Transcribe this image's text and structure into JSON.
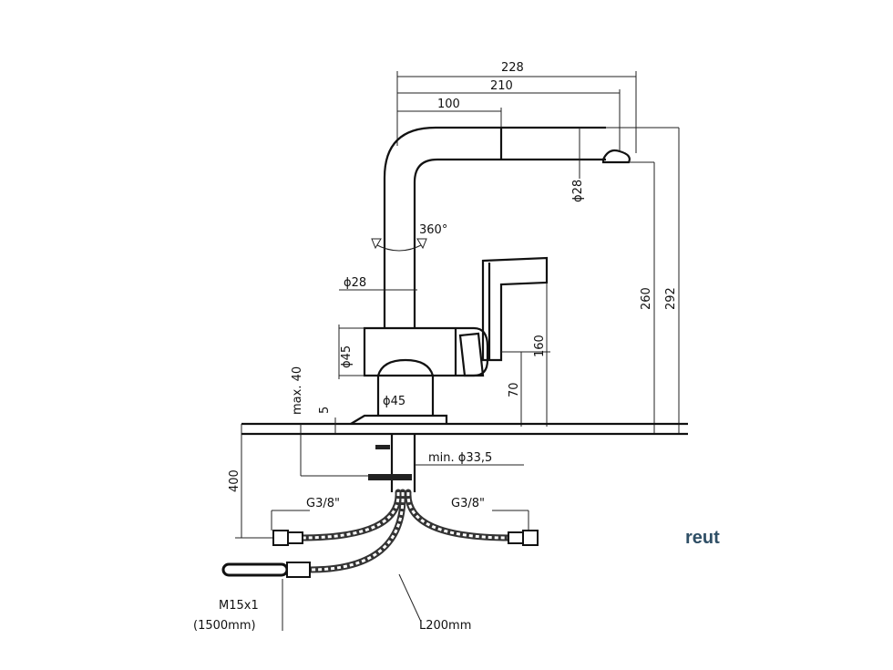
{
  "labels": {
    "w228": "228",
    "w210": "210",
    "w100": "100",
    "d28_top": "ϕ28",
    "rot360": "360°",
    "d28_mid": "ϕ28",
    "d45_left": "ϕ45",
    "d45_base": "ϕ45",
    "h260": "260",
    "h292": "292",
    "h160": "160",
    "h70": "70",
    "max40": "max. 40",
    "five": "5",
    "min33": "min. ϕ33,5",
    "d400": "400",
    "g38_left": "G3/8\"",
    "g38_right": "G3/8\"",
    "m15": "M15x1",
    "m15_len": "(1500mm)",
    "l200": "L200mm"
  },
  "brand": {
    "name": "reut"
  }
}
